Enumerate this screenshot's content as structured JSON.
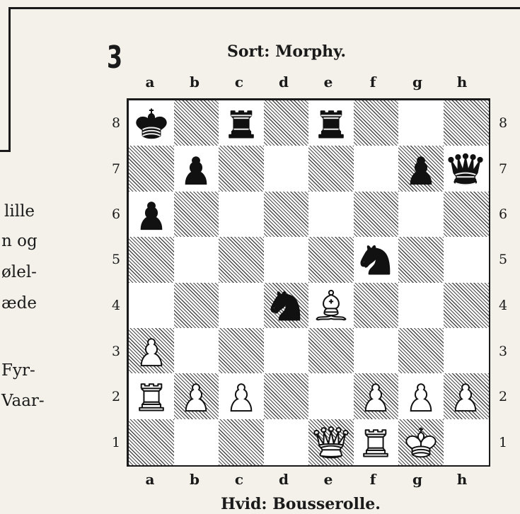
{
  "diagram_number": "3",
  "black_player": "Sort: Morphy.",
  "white_player": "Hvid: Bousserolle.",
  "files": [
    "a",
    "b",
    "c",
    "d",
    "e",
    "f",
    "g",
    "h"
  ],
  "bottom_files": [
    "a",
    "b",
    "c",
    "d",
    "e",
    "f",
    "g",
    "h"
  ],
  "ranks_left": [
    "8",
    "7",
    "6",
    "5",
    "4",
    "3",
    "2",
    "1"
  ],
  "ranks_right": [
    "8",
    "7",
    "6",
    "5",
    "4",
    "3",
    "2",
    "1"
  ],
  "side_text": [
    "lille",
    "n og",
    "ølel-",
    "æde",
    "Fyr-",
    "Vaar-"
  ],
  "colors": {
    "ink": "#1a1a1a",
    "paper": "#f4f1ea",
    "hatch": "#4a4a4a"
  },
  "pieces": [
    {
      "square": "a8",
      "color": "black",
      "type": "king"
    },
    {
      "square": "c8",
      "color": "black",
      "type": "rook"
    },
    {
      "square": "e8",
      "color": "black",
      "type": "rook"
    },
    {
      "square": "b7",
      "color": "black",
      "type": "pawn"
    },
    {
      "square": "g7",
      "color": "black",
      "type": "pawn"
    },
    {
      "square": "h7",
      "color": "black",
      "type": "queen"
    },
    {
      "square": "a6",
      "color": "black",
      "type": "pawn"
    },
    {
      "square": "f5",
      "color": "black",
      "type": "knight"
    },
    {
      "square": "d4",
      "color": "black",
      "type": "knight"
    },
    {
      "square": "e4",
      "color": "white",
      "type": "bishop"
    },
    {
      "square": "a3",
      "color": "white",
      "type": "pawn"
    },
    {
      "square": "a2",
      "color": "white",
      "type": "rook"
    },
    {
      "square": "b2",
      "color": "white",
      "type": "pawn"
    },
    {
      "square": "c2",
      "color": "white",
      "type": "pawn"
    },
    {
      "square": "f2",
      "color": "white",
      "type": "pawn"
    },
    {
      "square": "g2",
      "color": "white",
      "type": "pawn"
    },
    {
      "square": "h2",
      "color": "white",
      "type": "pawn"
    },
    {
      "square": "e1",
      "color": "white",
      "type": "queen"
    },
    {
      "square": "f1",
      "color": "white",
      "type": "rook"
    },
    {
      "square": "g1",
      "color": "white",
      "type": "king"
    }
  ]
}
